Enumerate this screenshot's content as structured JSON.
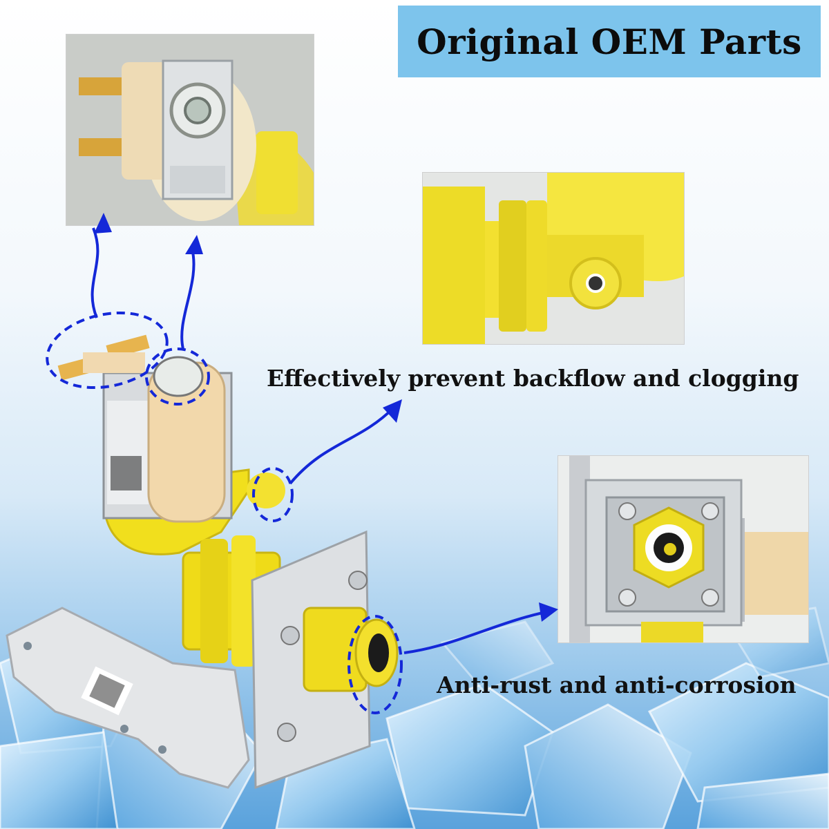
{
  "banner": {
    "title": "Original OEM Parts"
  },
  "captions": {
    "backflow": "Effectively prevent backflow and clogging",
    "rust": "Anti-rust and anti-corrosion"
  },
  "colors": {
    "banner": "#7dc4ec",
    "arrow": "#1428d8",
    "valve_yellow": "#f2e21a",
    "coil_beige": "#f1d7ad",
    "metal": "#d9dde1"
  },
  "photos": [
    {
      "name": "terminal-closeup",
      "icon": "solenoid-terminals"
    },
    {
      "name": "outlet-closeup",
      "icon": "yellow-outlet-nozzle"
    },
    {
      "name": "inlet-closeup",
      "icon": "inlet-fitting-bracket"
    }
  ]
}
